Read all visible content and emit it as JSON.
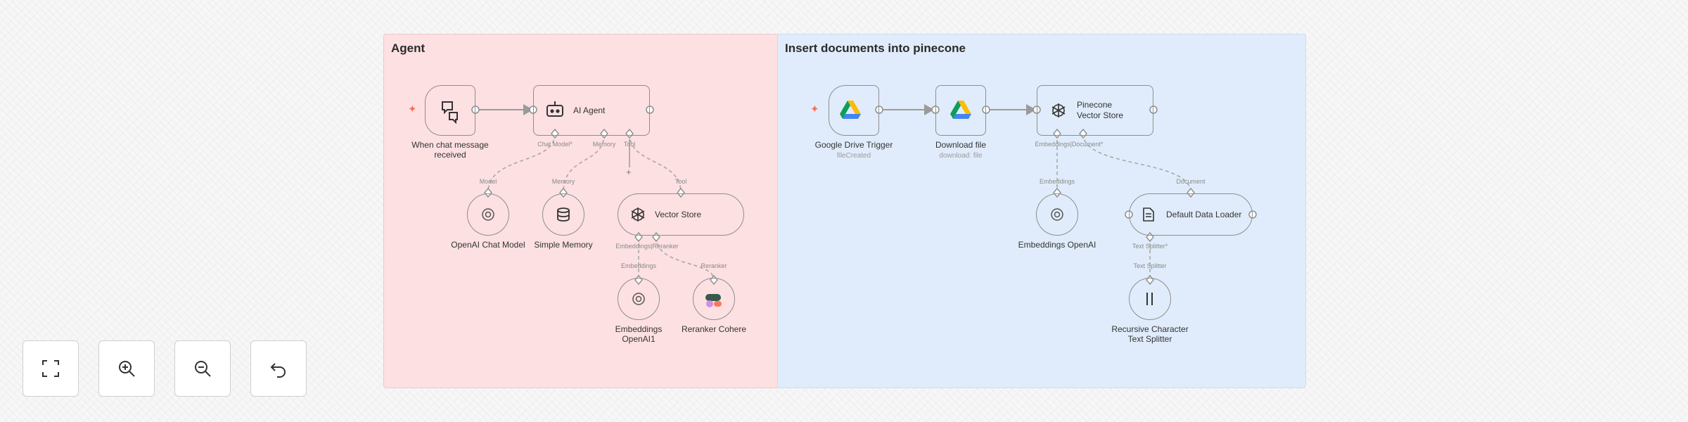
{
  "sticky_notes": [
    {
      "title": "Agent",
      "color": "#fde0e2"
    },
    {
      "title": "Insert documents into pinecone",
      "color": "#e0ecfb"
    }
  ],
  "nodes": {
    "chat_trigger": {
      "label": "When chat message received",
      "icon": "chat-bubbles-icon"
    },
    "ai_agent": {
      "label": "AI Agent",
      "icon": "robot-icon",
      "ports": {
        "chat_model": "Chat Model*",
        "memory": "Memory",
        "tool": "Tool"
      }
    },
    "openai_chat_model": {
      "label": "OpenAI Chat Model",
      "port": "Model",
      "icon": "openai-icon"
    },
    "simple_memory": {
      "label": "Simple Memory",
      "port": "Memory",
      "icon": "database-icon"
    },
    "vector_store": {
      "label": "Vector Store",
      "port": "Tool",
      "icon": "pinecone-icon",
      "ports": {
        "bottom": "Embeddings|Reranker"
      }
    },
    "embeddings_openai1": {
      "label": "Embeddings OpenAI1",
      "port": "Embeddings",
      "icon": "openai-icon"
    },
    "reranker_cohere": {
      "label": "Reranker Cohere",
      "port": "Reranker",
      "icon": "cohere-icon"
    },
    "gdrive_trigger": {
      "label": "Google Drive Trigger",
      "sublabel": "fileCreated",
      "icon": "google-drive-icon"
    },
    "download_file": {
      "label": "Download file",
      "sublabel": "download: file",
      "icon": "google-drive-icon"
    },
    "pinecone_vector_store": {
      "label": "Pinecone Vector Store",
      "icon": "pinecone-icon",
      "ports": {
        "bottom": "Embeddings|Document*"
      }
    },
    "embeddings_openai": {
      "label": "Embeddings OpenAI",
      "port": "Embeddings",
      "icon": "openai-icon"
    },
    "default_data_loader": {
      "label": "Default Data Loader",
      "port": "Document",
      "icon": "document-icon",
      "ports": {
        "bottom": "Text Splitter*"
      }
    },
    "recursive_splitter": {
      "label": "Recursive Character Text Splitter",
      "port": "Text Splitter",
      "icon": "text-splitter-icon"
    }
  },
  "controls": [
    {
      "name": "fit-view-button",
      "icon": "fit-view-icon"
    },
    {
      "name": "zoom-in-button",
      "icon": "zoom-in-icon"
    },
    {
      "name": "zoom-out-button",
      "icon": "zoom-out-icon"
    },
    {
      "name": "undo-button",
      "icon": "undo-icon"
    }
  ],
  "colors": {
    "trigger_accent": "#ff6d5a",
    "edge": "#9a9a9a",
    "node_border": "#8e8e8e"
  }
}
